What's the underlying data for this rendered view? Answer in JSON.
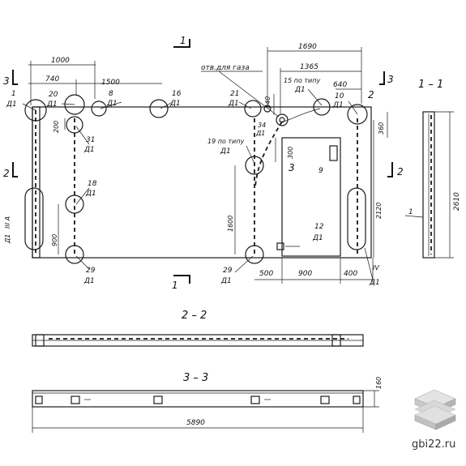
{
  "plan": {
    "dims_top": [
      "1000",
      "740",
      "1500",
      "1690",
      "1365",
      "640"
    ],
    "dims_side": [
      "200",
      "900",
      "1600",
      "2120",
      "360",
      "300",
      "140"
    ],
    "dims_bottom": [
      "500",
      "900",
      "400"
    ],
    "hole_note": "отв.для газа",
    "items": [
      {
        "num": "1",
        "code": "Д1"
      },
      {
        "num": "20",
        "code": "Д1"
      },
      {
        "num": "8",
        "code": "Д1"
      },
      {
        "num": "16",
        "code": "Д1"
      },
      {
        "num": "21",
        "code": "Д1"
      },
      {
        "num": "15 по типу",
        "code": "Д1"
      },
      {
        "num": "10",
        "code": "Д1"
      },
      {
        "num": "31",
        "code": "Д1"
      },
      {
        "num": "34",
        "code": "Д1"
      },
      {
        "num": "19 по типу",
        "code": "Д1"
      },
      {
        "num": "18",
        "code": "Д1"
      },
      {
        "num": "III А",
        "code": "Д1"
      },
      {
        "num": "29",
        "code": "Д1"
      },
      {
        "num": "29",
        "code": "Д1"
      },
      {
        "num": "12",
        "code": "Д1"
      },
      {
        "num": "IV",
        "code": "Д1"
      }
    ],
    "marker_2": "2",
    "marker_3": "3",
    "marker_9": "9"
  },
  "sections": {
    "s11": {
      "title": "1 – 1",
      "dim": "2610",
      "item": "1"
    },
    "s22": {
      "title": "2 – 2"
    },
    "s33": {
      "title": "3 – 3",
      "length": "5890",
      "thickness": "160"
    }
  },
  "cut_marks": {
    "c1": "1",
    "c2": "2",
    "c3": "3"
  },
  "watermark": "gbi22.ru",
  "logo": "stacked-slabs-logo"
}
